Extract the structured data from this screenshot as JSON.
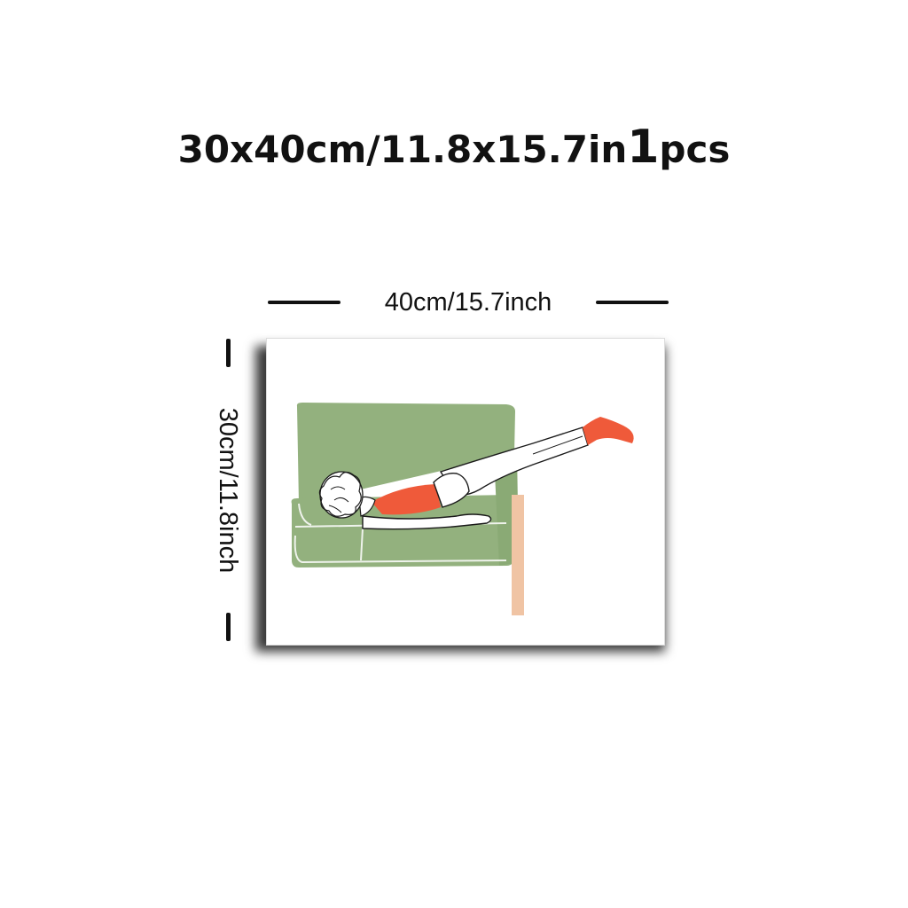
{
  "headline": {
    "size_text": "30x40cm/11.8x15.7in",
    "count_number": "1",
    "count_unit": "pcs"
  },
  "dimensions": {
    "width_label": "40cm/15.7inch",
    "height_label": "30cm/11.8inch"
  },
  "artwork": {
    "colors": {
      "sofa": "#93b17e",
      "sofa_light": "#a8c294",
      "clothing": "#ef5a3a",
      "table_leg": "#f0c4a4",
      "outline": "#1a1a1a"
    }
  }
}
